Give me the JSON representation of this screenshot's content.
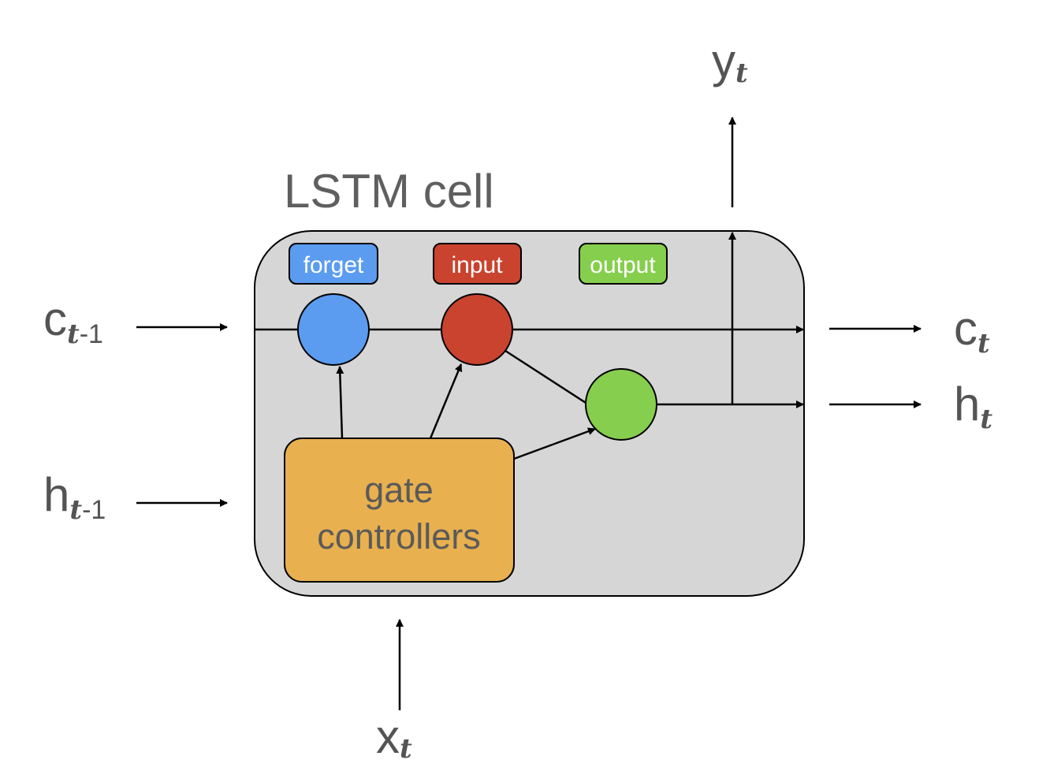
{
  "title": "LSTM cell",
  "gates": {
    "forget": {
      "label": "forget",
      "color": "#5b9cf0"
    },
    "input": {
      "label": "input",
      "color": "#c9432f"
    },
    "output": {
      "label": "output",
      "color": "#86ce4d"
    }
  },
  "gate_controllers": {
    "line1": "gate",
    "line2": "controllers",
    "color": "#e8b04f"
  },
  "cell_color": "#d6d6d6",
  "inputs": {
    "c_prev": {
      "base": "c",
      "sub": "t",
      "suffix": "-1"
    },
    "h_prev": {
      "base": "h",
      "sub": "t",
      "suffix": "-1"
    },
    "x": {
      "base": "x",
      "sub": "t"
    }
  },
  "outputs": {
    "c": {
      "base": "c",
      "sub": "t"
    },
    "h": {
      "base": "h",
      "sub": "t"
    },
    "y": {
      "base": "y",
      "sub": "t"
    }
  }
}
